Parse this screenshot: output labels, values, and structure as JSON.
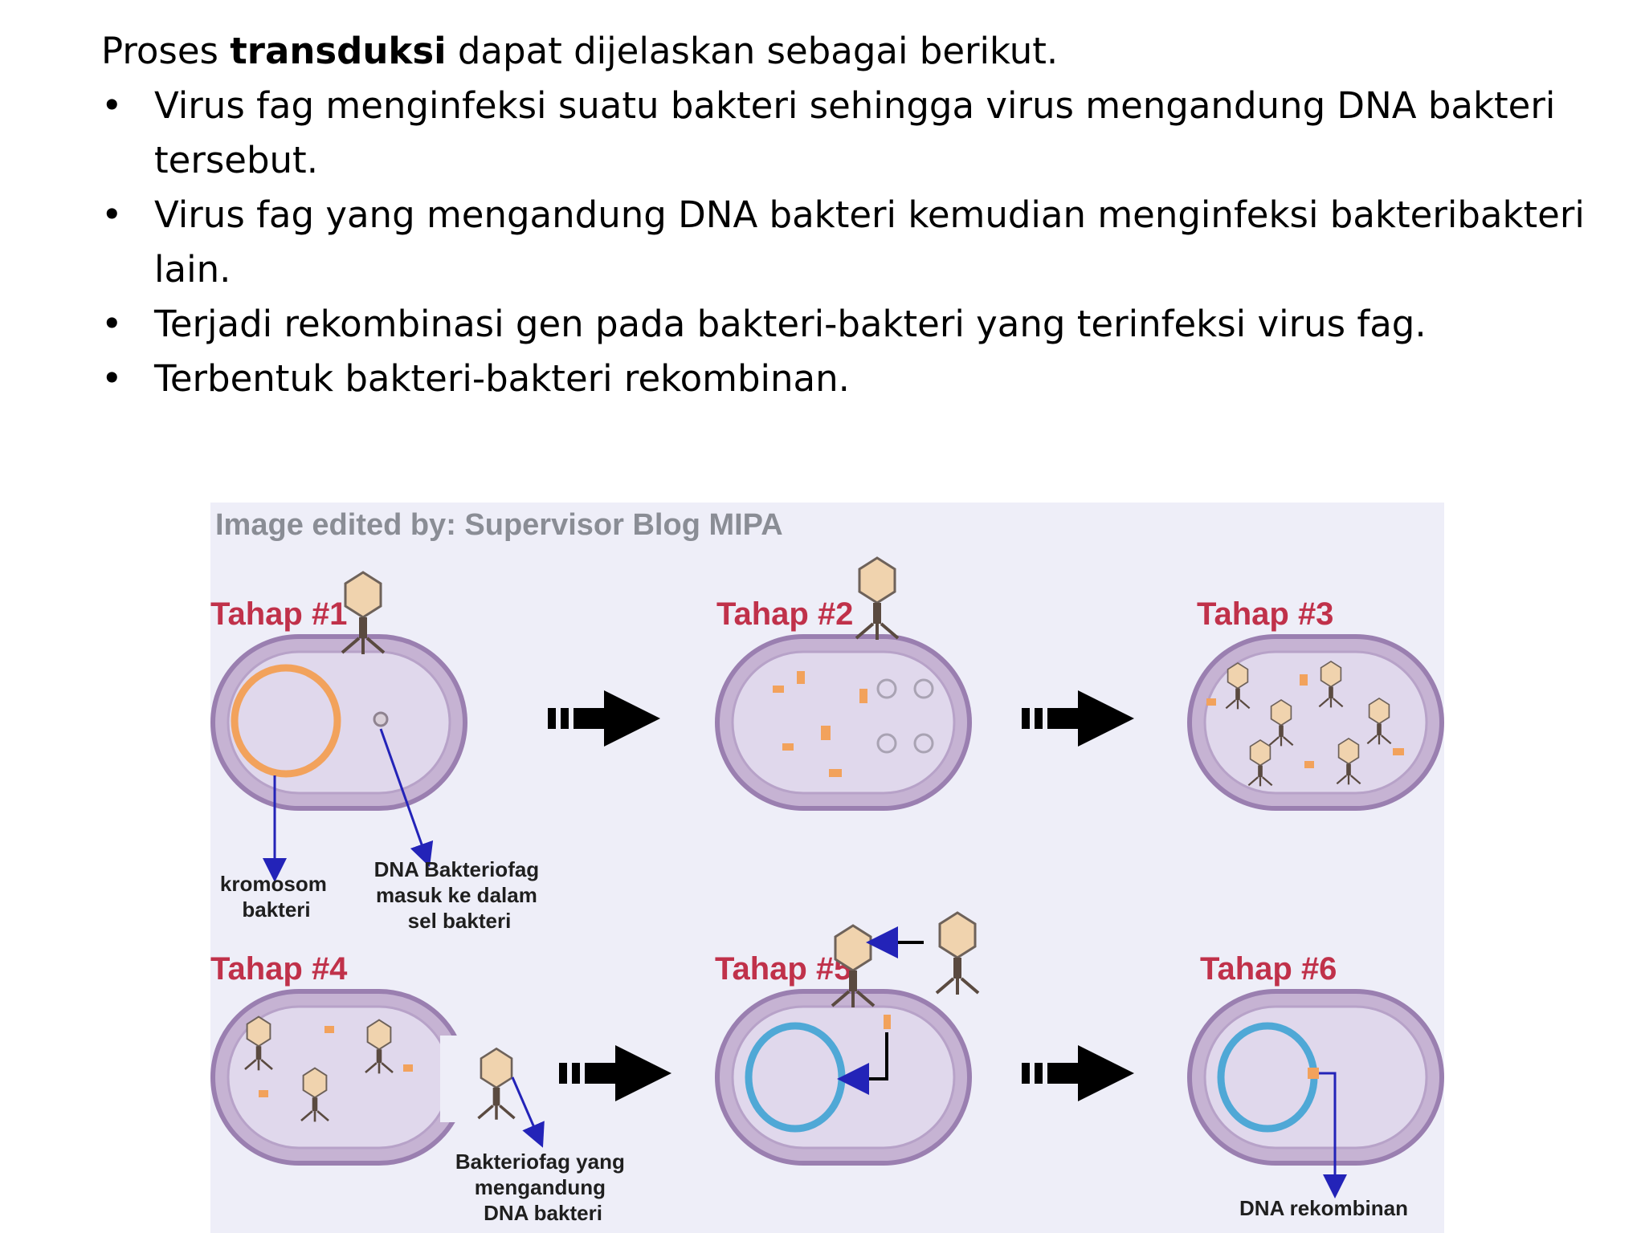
{
  "text": {
    "intro_pre": "Proses ",
    "intro_bold": "transduksi",
    "intro_post": " dapat dijelaskan sebagai berikut.",
    "bullet_char": "•",
    "bullets": [
      "Virus fag menginfeksi suatu bakteri sehingga virus mengandung DNA bakteri tersebut.",
      "Virus fag yang mengandung DNA bakteri kemudian menginfeksi bakteribakteri lain.",
      "Terjadi rekombinasi gen pada bakteri-bakteri yang terinfeksi virus fag.",
      "Terbentuk bakteri-bakteri rekombinan."
    ]
  },
  "figure": {
    "credit": "Image edited by: Supervisor Blog MIPA",
    "stages": [
      "Tahap #1",
      "Tahap #2",
      "Tahap #3",
      "Tahap #4",
      "Tahap #5",
      "Tahap #6"
    ],
    "labels": {
      "kromosom": [
        "kromosom",
        "bakteri"
      ],
      "dna_bakteriofag": [
        "DNA Bakteriofag",
        "masuk ke dalam",
        "sel bakteri"
      ],
      "bakteriofag_dna": [
        "Bakteriofag yang",
        "mengandung",
        "DNA bakteri"
      ],
      "dna_rekombinan": "DNA rekombinan"
    },
    "colors": {
      "background": "#eeeef8",
      "cell_fill": "#c6b3d3",
      "cell_border": "#9a7fb0",
      "chromosome": "#f2a25c",
      "recombinant_dna": "#4fa8d6",
      "pointer_arrow": "#2323b8",
      "stage_label": "#c0314a"
    }
  }
}
